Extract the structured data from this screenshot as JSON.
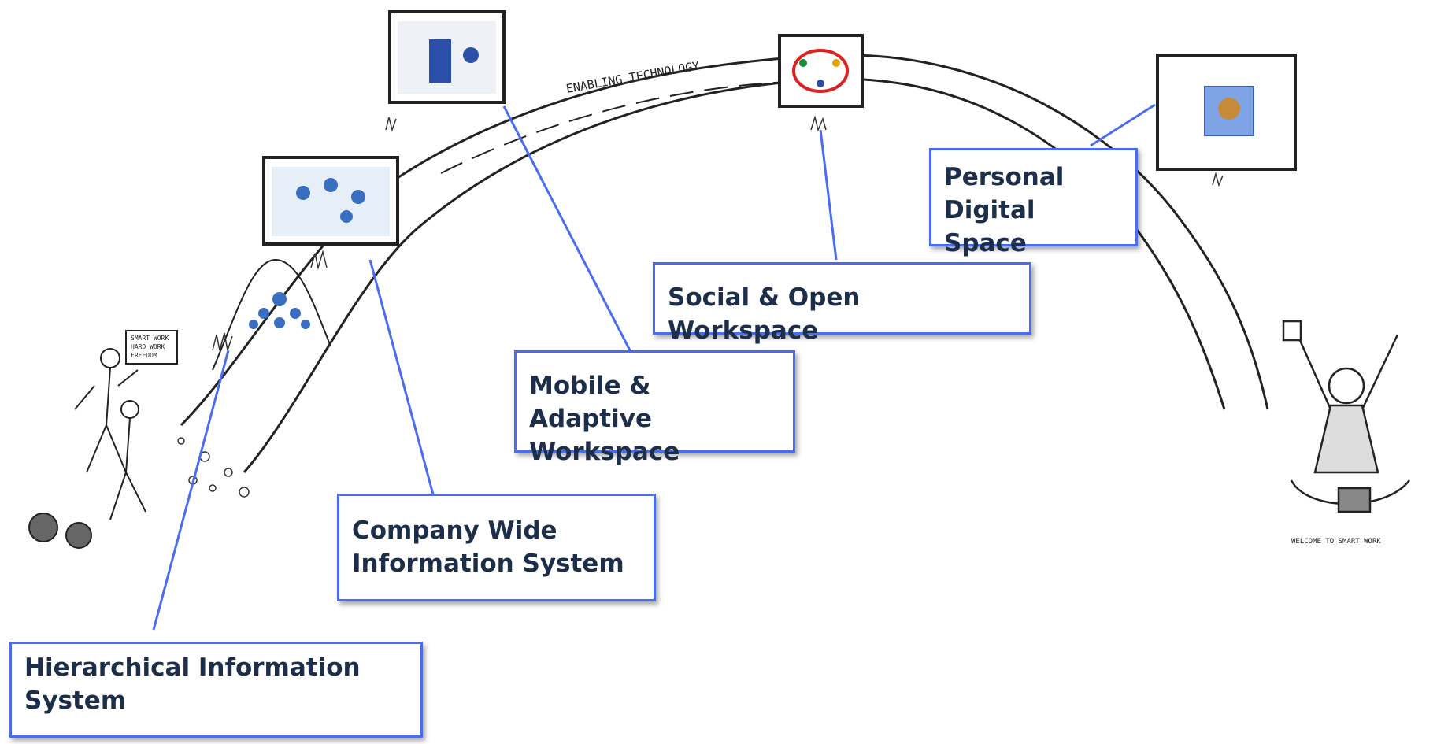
{
  "road_label": "ENABLING TECHNOLOGY",
  "figure_caption": "WELCOME TO SMART WORK",
  "sign_text": [
    "SMART WORK",
    "HARD WORK",
    "FREEDOM"
  ],
  "accent_color": "#4a6cf0",
  "text_color": "#1c2e4a",
  "stages": [
    {
      "id": "hierarchical",
      "lines": [
        "Hierarchical Information",
        "System"
      ]
    },
    {
      "id": "company-wide",
      "lines": [
        "Company Wide",
        "Information System"
      ]
    },
    {
      "id": "mobile",
      "lines": [
        "Mobile & Adaptive",
        "Workspace"
      ]
    },
    {
      "id": "social",
      "lines": [
        "Social & Open Workspace"
      ]
    },
    {
      "id": "personal",
      "lines": [
        "Personal",
        "Digital Space"
      ]
    }
  ]
}
